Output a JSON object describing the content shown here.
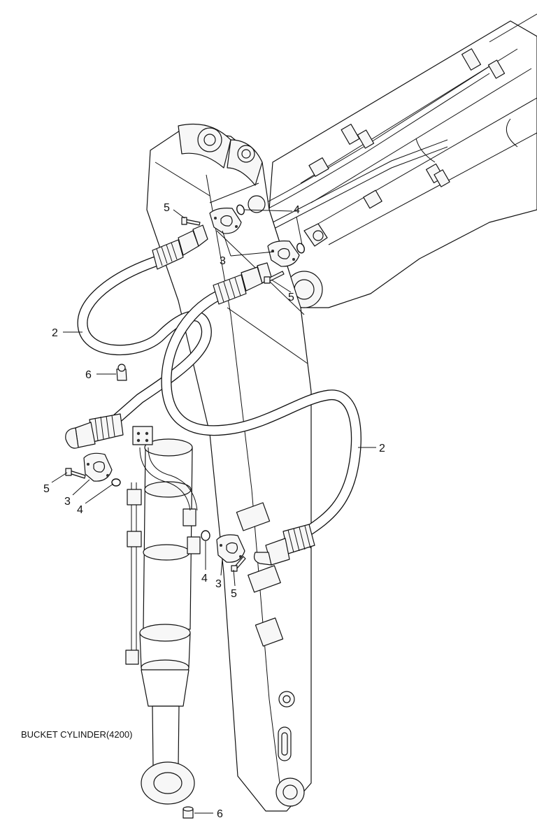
{
  "caption": "BUCKET CYLINDER(4200)",
  "callouts": {
    "hose_upper": "2",
    "hose_lower": "2",
    "flange_upper": "3",
    "flange_left": "3",
    "flange_lower": "3",
    "oring_upper": "4",
    "oring_left": "4",
    "oring_lower": "4",
    "bolt_upper_left": "5",
    "bolt_upper_right": "5",
    "bolt_left": "5",
    "bolt_lower": "5",
    "grease_upper": "6",
    "grease_bottom": "6"
  }
}
